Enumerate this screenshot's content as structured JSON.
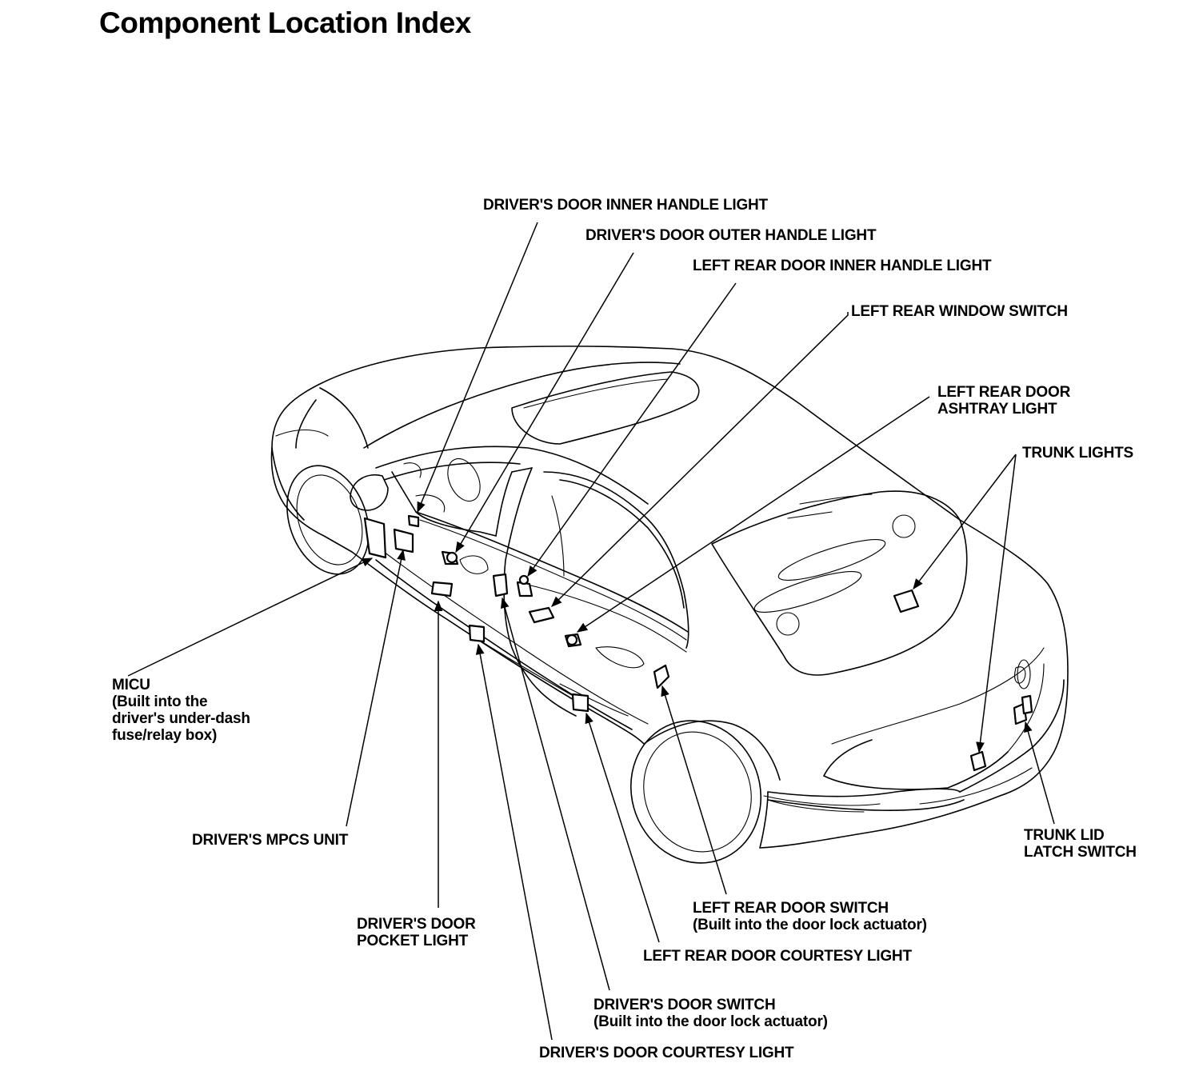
{
  "title": "Component Location Index",
  "labels": {
    "drivers_door_inner_handle_light": "DRIVER'S DOOR INNER HANDLE LIGHT",
    "drivers_door_outer_handle_light": "DRIVER'S DOOR OUTER HANDLE LIGHT",
    "left_rear_door_inner_handle_light": "LEFT REAR DOOR INNER HANDLE LIGHT",
    "left_rear_window_switch": "LEFT REAR WINDOW SWITCH",
    "left_rear_door_ashtray_light": [
      "LEFT REAR DOOR",
      "ASHTRAY LIGHT"
    ],
    "trunk_lights": "TRUNK LIGHTS",
    "micu": [
      "MICU",
      "(Built into the",
      "driver's under-dash",
      "fuse/relay box)"
    ],
    "drivers_mpcs_unit": "DRIVER'S MPCS UNIT",
    "drivers_door_pocket_light": [
      "DRIVER'S DOOR",
      "POCKET LIGHT"
    ],
    "trunk_lid_latch_switch": [
      "TRUNK LID",
      "LATCH SWITCH"
    ],
    "left_rear_door_switch": [
      "LEFT REAR DOOR SWITCH",
      "(Built into the door lock actuator)"
    ],
    "left_rear_door_courtesy_light": "LEFT REAR DOOR COURTESY LIGHT",
    "drivers_door_switch": [
      "DRIVER'S DOOR SWITCH",
      "(Built into the door lock actuator)"
    ],
    "drivers_door_courtesy_light": "DRIVER'S DOOR COURTESY LIGHT"
  }
}
